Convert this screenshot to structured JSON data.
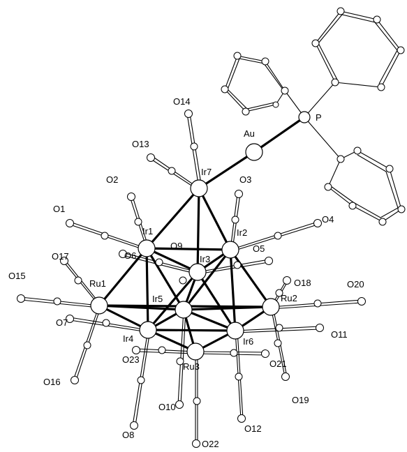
{
  "figure": {
    "labels": {
      "P": "P",
      "Au": "Au",
      "Ir1": "Ir1",
      "Ir2": "Ir2",
      "Ir3": "Ir3",
      "Ir4": "Ir4",
      "Ir5": "Ir5",
      "Ir6": "Ir6",
      "Ir7": "Ir7",
      "Ru1": "Ru1",
      "Ru2": "Ru2",
      "Ru3": "Ru3",
      "O1": "O1",
      "O2": "O2",
      "O3": "O3",
      "O4": "O4",
      "O5": "O5",
      "O6": "O6",
      "O7": "O7",
      "O8": "O8",
      "O9": "O9",
      "O10": "O10",
      "O11": "O11",
      "O12": "O12",
      "O13": "O13",
      "O14": "O14",
      "O15": "O15",
      "O16": "O16",
      "O17": "O17",
      "O18": "O18",
      "O19": "O19",
      "O20": "O20",
      "O21": "O21",
      "O22": "O22",
      "O23": "O23"
    }
  }
}
